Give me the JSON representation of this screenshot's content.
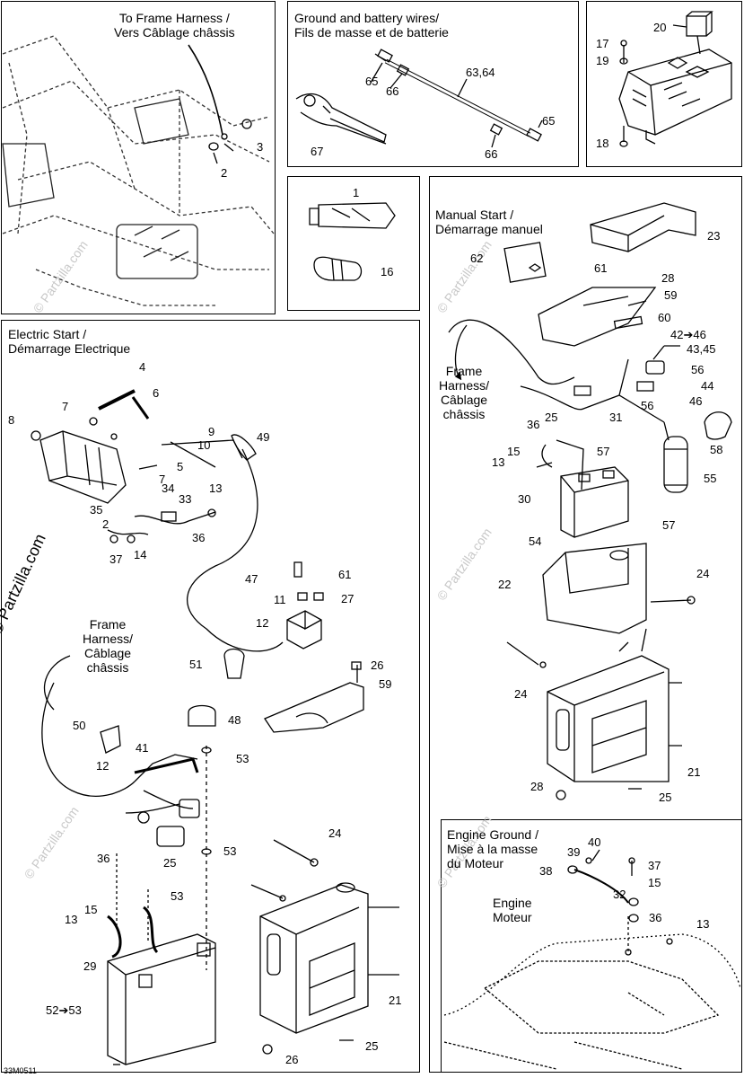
{
  "watermarks": {
    "main": "© Partzilla.com",
    "faint": "© Partzilla.com"
  },
  "drawing_code": "33M0511",
  "panels": {
    "frame": {
      "title": "To Frame Harness /\nVers Câblage châssis",
      "callouts": [
        "2",
        "3"
      ]
    },
    "ground": {
      "title": "Ground and battery wires/\nFils de masse et de batterie",
      "callouts": [
        "65",
        "66",
        "63,64",
        "67",
        "65",
        "66"
      ]
    },
    "relay": {
      "callouts": [
        "20",
        "17",
        "19",
        "18"
      ]
    },
    "misc": {
      "callouts": [
        "1",
        "16"
      ]
    },
    "manual": {
      "title": "Manual Start /\nDémarrage manuel",
      "harness_note": "Frame\nHarness/\nCâblage\nchâssis",
      "callouts": [
        "23",
        "62",
        "61",
        "28",
        "59",
        "60",
        "42➔46",
        "43,45",
        "56",
        "44",
        "46",
        "56",
        "36",
        "25",
        "31",
        "58",
        "15",
        "57",
        "13",
        "55",
        "30",
        "54",
        "57",
        "24",
        "22",
        "24",
        "21",
        "28",
        "25"
      ]
    },
    "electric": {
      "title": "Electric Start /\nDémarrage Electrique",
      "harness_note": "Frame\nHarness/\nCâblage\nchâssis",
      "callouts": [
        "4",
        "6",
        "7",
        "8",
        "9",
        "10",
        "49",
        "5",
        "7",
        "34",
        "33",
        "13",
        "35",
        "2",
        "36",
        "37",
        "14",
        "47",
        "61",
        "11",
        "27",
        "12",
        "26",
        "51",
        "59",
        "50",
        "48",
        "41",
        "53",
        "12",
        "53",
        "24",
        "36",
        "25",
        "53",
        "15",
        "13",
        "29",
        "52➔53",
        "21",
        "25",
        "26"
      ]
    },
    "engine": {
      "title": "Engine Ground /\nMise à la masse\ndu Moteur",
      "engine_label": "Engine\nMoteur",
      "callouts": [
        "40",
        "39",
        "38",
        "37",
        "15",
        "32",
        "36",
        "13"
      ]
    }
  }
}
